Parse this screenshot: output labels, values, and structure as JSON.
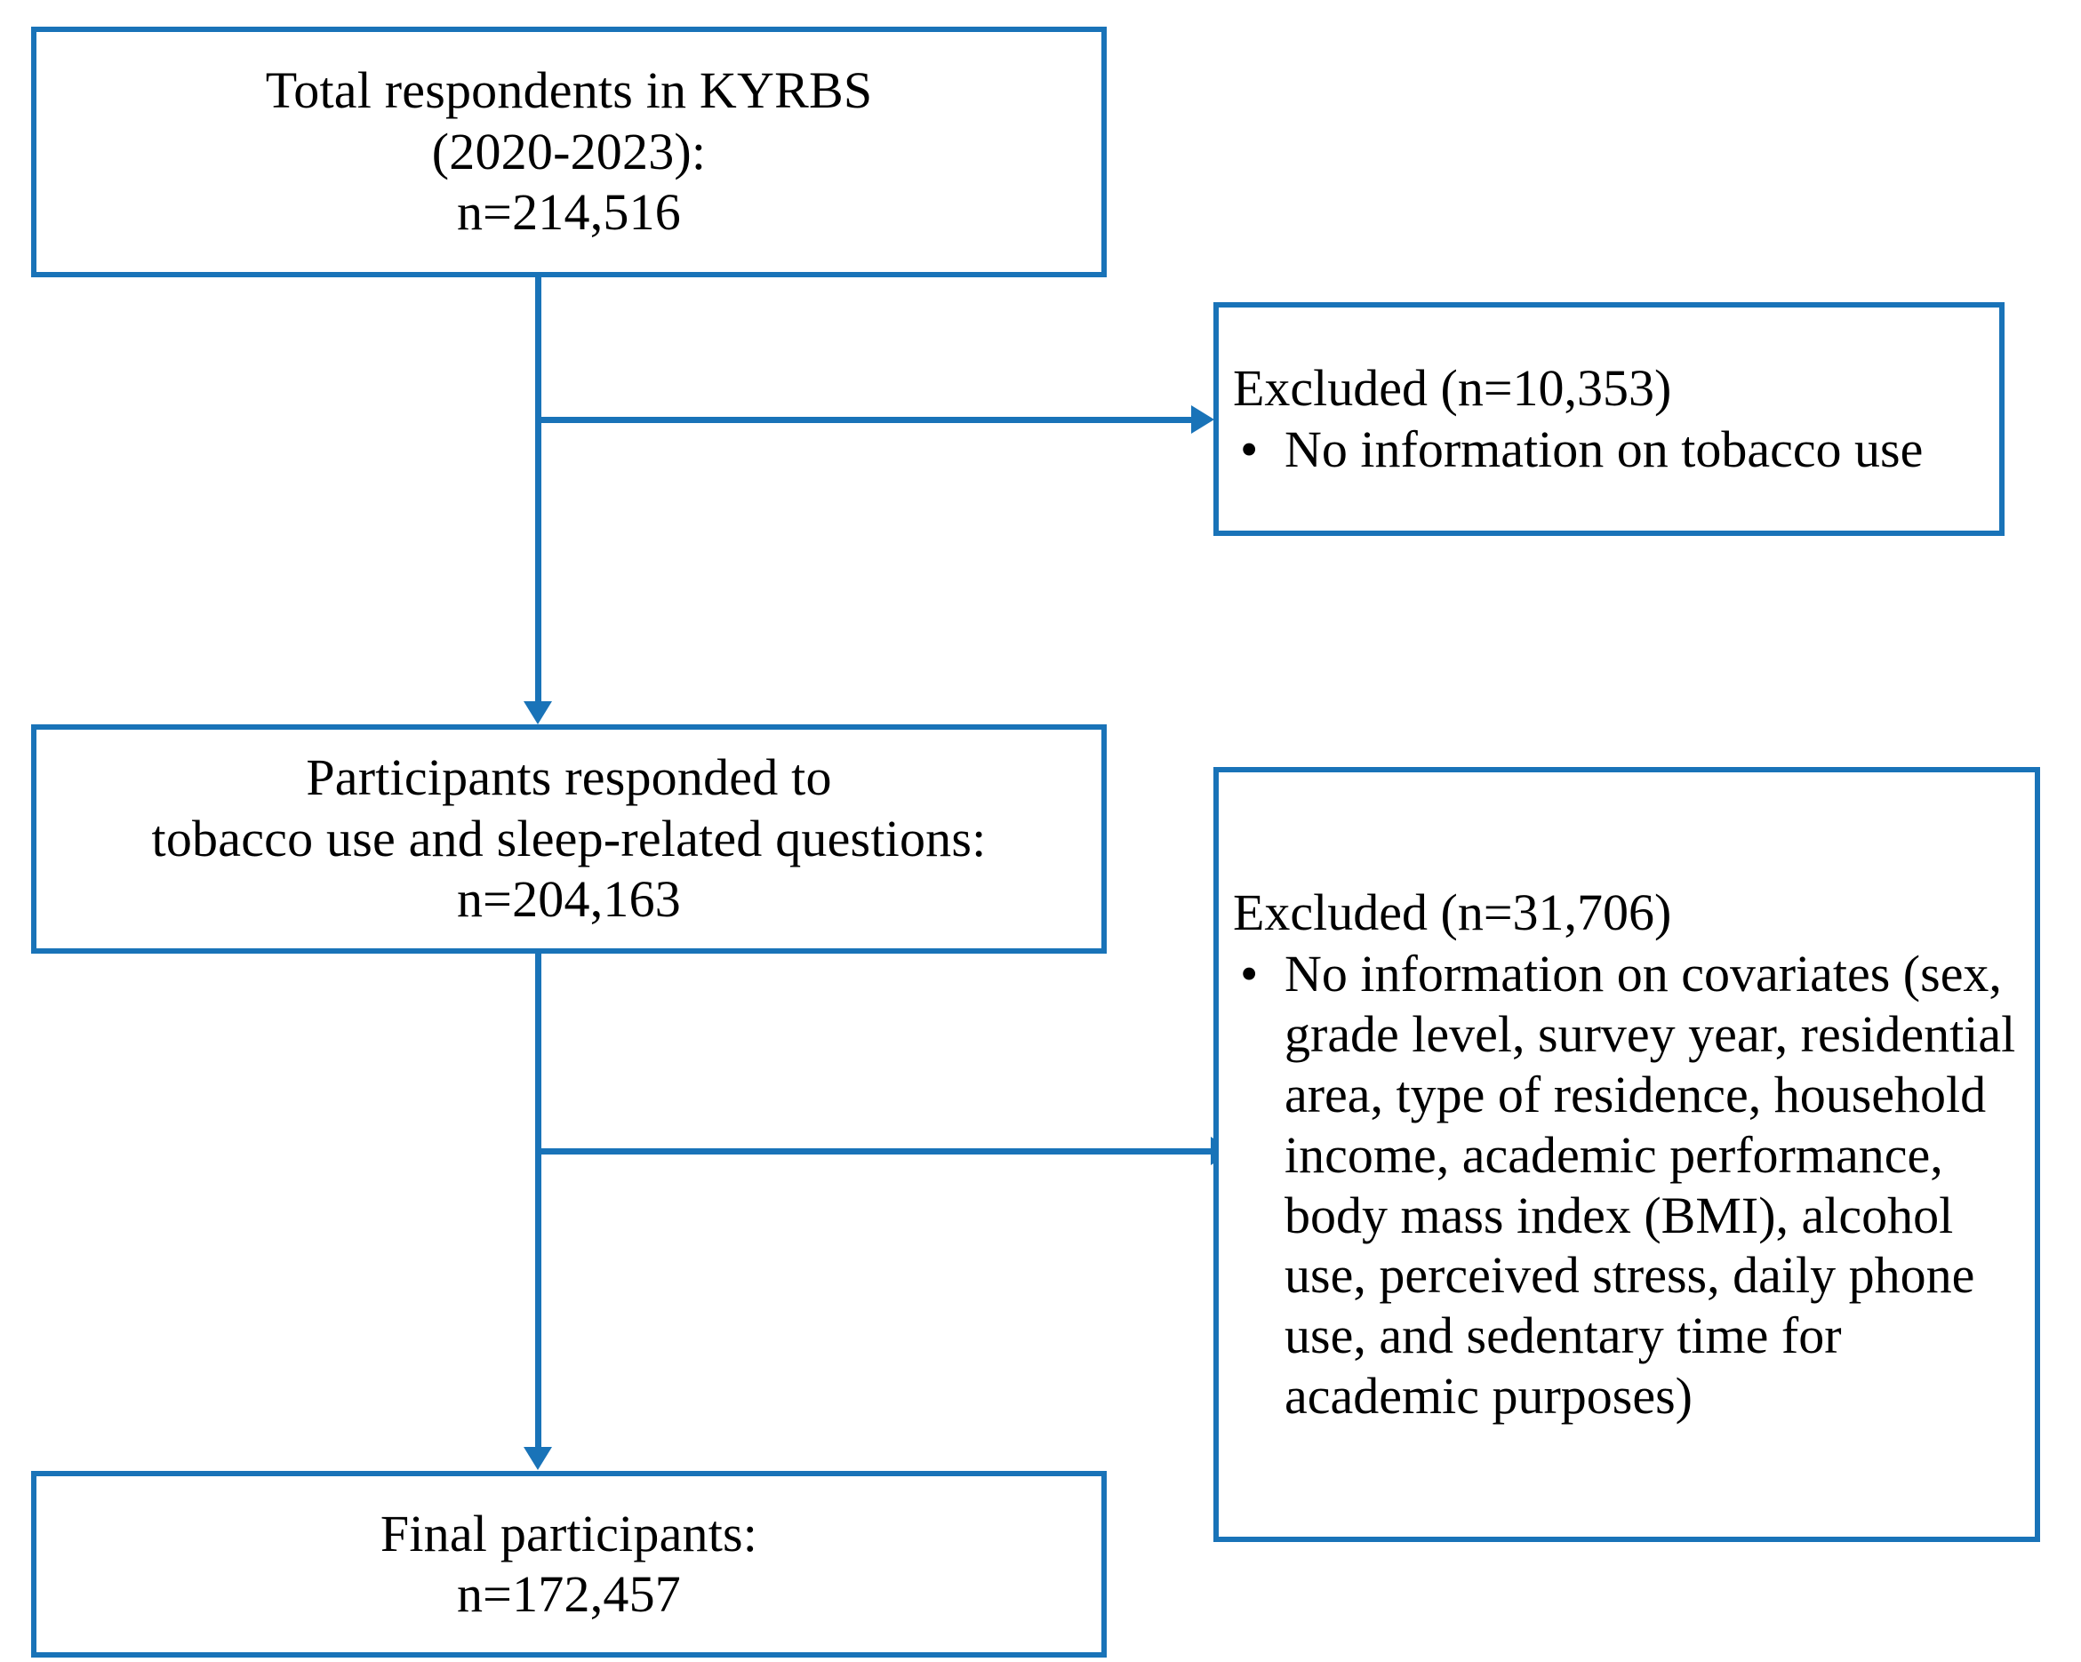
{
  "figure": {
    "type": "flowchart",
    "accent_color": "#1973b8",
    "text_color": "#000000",
    "background_color": "#ffffff"
  },
  "boxes": {
    "total": {
      "lines": [
        "Total respondents in KYRBS",
        "(2020-2023):",
        "n=214,516"
      ]
    },
    "responded": {
      "lines": [
        "Participants responded to",
        "tobacco use and sleep-related questions:",
        "n=204,163"
      ]
    },
    "final": {
      "lines": [
        "Final participants:",
        "n=172,457"
      ]
    }
  },
  "excluded": [
    {
      "title": "Excluded (n=10,353)",
      "bullet_glyph": "•",
      "items": [
        "No information on tobacco use"
      ]
    },
    {
      "title": "Excluded (n=31,706)",
      "bullet_glyph": "•",
      "items": [
        "No information on covariates (sex, grade level, survey year, residential area, type of residence, household income, academic performance, body mass index (BMI), alcohol use, perceived stress, daily phone use, and sedentary time for academic purposes)"
      ]
    }
  ],
  "counts": {
    "total_respondents": "214,516",
    "excluded_tobacco": "10,353",
    "responded": "204,163",
    "excluded_covariates": "31,706",
    "final_participants": "172,457"
  }
}
